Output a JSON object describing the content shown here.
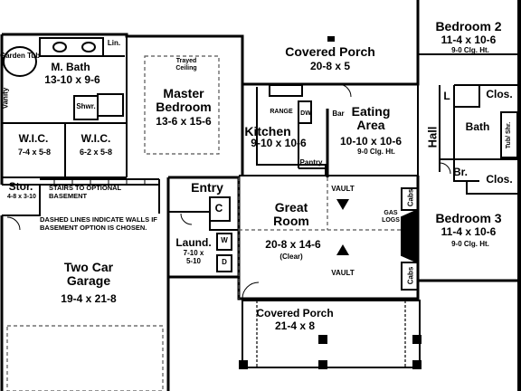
{
  "rooms": {
    "garden_tub": "Garden Tub",
    "lin": "Lin.",
    "m_bath_name": "M. Bath",
    "m_bath_dim": "13-10 x 9-6",
    "vanity": "Vanity",
    "shwr": "Shwr.",
    "wic1_name": "W.I.C.",
    "wic1_dim": "7-4 x 5-8",
    "wic2_name": "W.I.C.",
    "wic2_dim": "6-2 x 5-8",
    "trayed_ceiling": "Trayed Ceiling",
    "master_name": "Master Bedroom",
    "master_dim": "13-6 x 15-6",
    "covered_porch_top_name": "Covered Porch",
    "covered_porch_top_dim": "20-8 x 5",
    "range": "RANGE",
    "dw": "DW",
    "kitchen_name": "Kitchen",
    "kitchen_dim": "9-10 x 10-6",
    "pantry": "Pantry",
    "bar": "Bar",
    "eating_name": "Eating Area",
    "eating_dim": "10-10 x 10-6",
    "eating_clg": "9-0 Clg. Ht.",
    "hall": "Hall",
    "bedroom2_name": "Bedroom 2",
    "bedroom2_dim": "11-4 x 10-6",
    "bedroom2_clg": "9-0 Clg. Ht.",
    "l": "L",
    "clos1": "Clos.",
    "bath": "Bath",
    "tub_shr": "Tub/ Shr.",
    "br": "Br.",
    "clos2": "Clos.",
    "bedroom3_name": "Bedroom 3",
    "bedroom3_dim": "11-4 x 10-6",
    "bedroom3_clg": "9-0 Clg. Ht.",
    "stor_name": "Stor.",
    "stor_dim": "4-8 x 3-10",
    "stairs_note": "STAIRS TO OPTIONAL BASEMENT",
    "dashed_note": "DASHED LINES INDICATE WALLS IF BASEMENT OPTION IS CHOSEN.",
    "entry": "Entry",
    "c": "C",
    "laund_name": "Laund.",
    "laund_dim": "7-10 x 5-10",
    "w": "W",
    "d": "D",
    "vault_top": "VAULT",
    "gas_logs": "GAS LOGS",
    "cabs_top": "Cabs",
    "great_room_name": "Great Room",
    "great_room_dim": "20-8 x 14-6",
    "great_room_clear": "(Clear)",
    "vault_bottom": "VAULT",
    "cabs_bottom": "Cabs",
    "garage_name": "Two Car Garage",
    "garage_dim": "19-4 x 21-8",
    "covered_porch_bottom_name": "Covered Porch",
    "covered_porch_bottom_dim": "21-4 x 8"
  },
  "colors": {
    "wall": "#000000",
    "line": "#222222",
    "dash": "#555555",
    "background": "#ffffff"
  }
}
